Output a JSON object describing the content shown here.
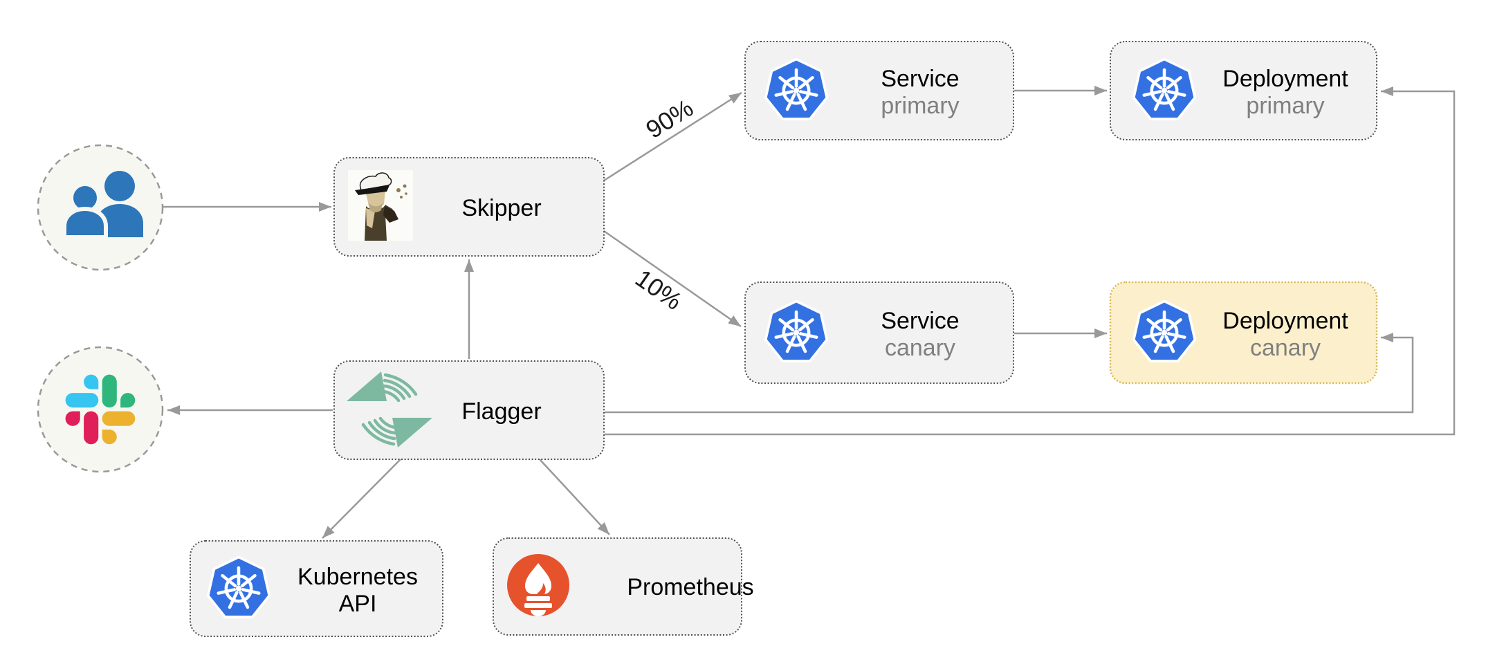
{
  "nodes": {
    "skipper": {
      "label": "Skipper"
    },
    "flagger": {
      "label": "Flagger"
    },
    "service_primary": {
      "label": "Service",
      "sublabel": "primary"
    },
    "deployment_primary": {
      "label": "Deployment",
      "sublabel": "primary"
    },
    "service_canary": {
      "label": "Service",
      "sublabel": "canary"
    },
    "deployment_canary": {
      "label": "Deployment",
      "sublabel": "canary"
    },
    "kubernetes_api": {
      "label": "Kubernetes",
      "sublabel": "API"
    },
    "prometheus": {
      "label": "Prometheus"
    }
  },
  "edges": {
    "primary_weight": "90%",
    "canary_weight": "10%"
  },
  "colors": {
    "kubernetes_blue": "#3371E3",
    "prometheus_red": "#E6522C",
    "flagger_teal": "#7DB9A1",
    "users_blue": "#2D76B9",
    "slack_blue": "#36C5F0",
    "slack_green": "#2EB67D",
    "slack_red": "#E01E5A",
    "slack_yellow": "#ECB22E",
    "canary_fill": "#FCF0CC",
    "canary_border": "#D9B44A",
    "node_fill": "#F2F2F2",
    "node_border": "#4D4D4D",
    "arrow_gray": "#999999",
    "label_black": "#000000",
    "label_gray": "#808080"
  }
}
